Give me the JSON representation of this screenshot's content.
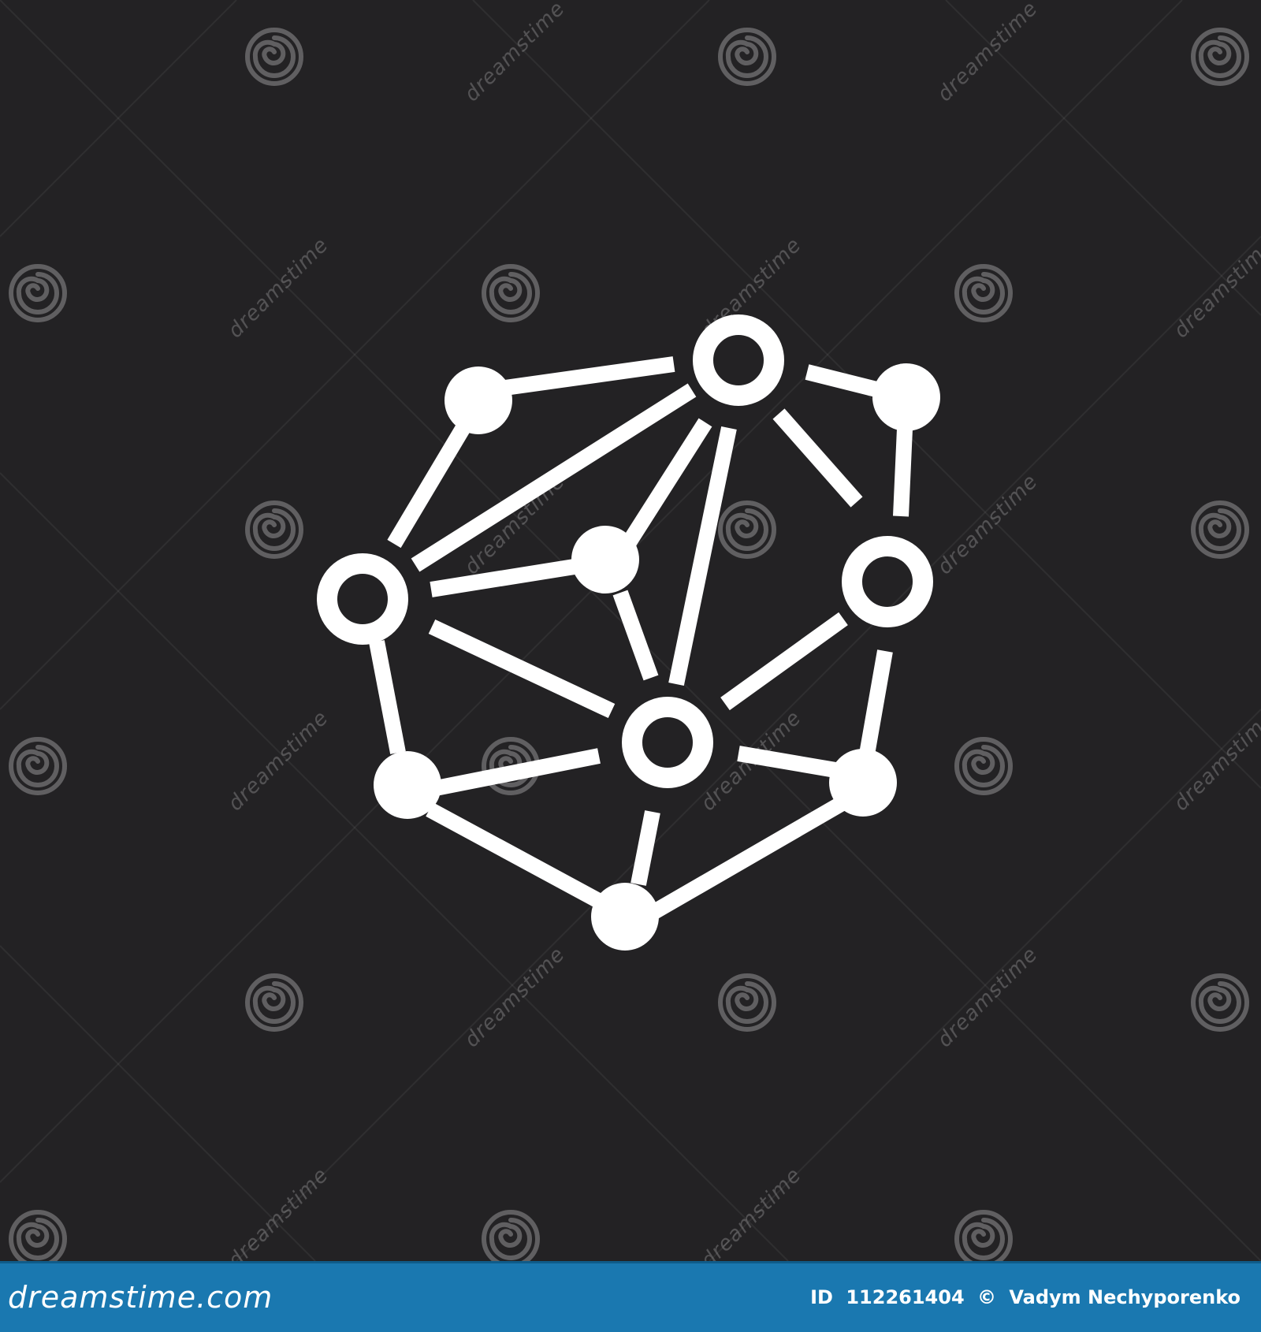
{
  "watermark": {
    "text": "dreamstime",
    "icon": "spiral-logo-icon"
  },
  "icon": {
    "name": "network-molecule-icon",
    "color": "#ffffff"
  },
  "background_color": "#232224",
  "footer": {
    "brand": "dreamstime.com",
    "id_label": "ID",
    "id_value": "112261404",
    "copyright_symbol": "©",
    "author": "Vadym Nechyporenko",
    "color": "#1a78b0"
  }
}
